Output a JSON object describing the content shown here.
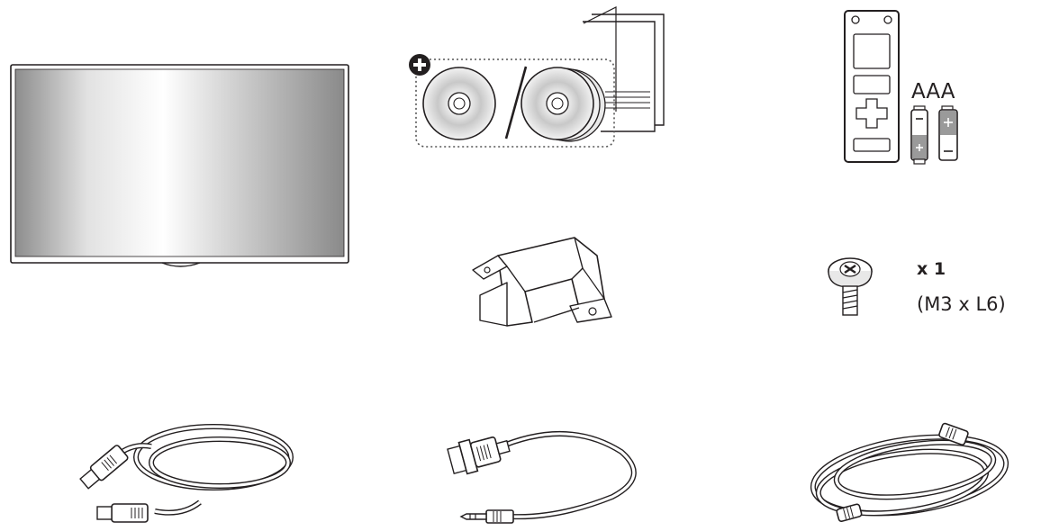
{
  "accessories": {
    "remote": {
      "battery_label": "AAA"
    },
    "screw": {
      "quantity_label": "x 1",
      "spec_label": "(M3 x L6)"
    }
  },
  "icons": [
    "monitor-icon",
    "cd-manual-icon",
    "remote-control-icon",
    "battery-icon",
    "bracket-icon",
    "screw-icon",
    "hdmi-cable-icon",
    "rs232c-cable-icon",
    "power-cord-icon"
  ]
}
